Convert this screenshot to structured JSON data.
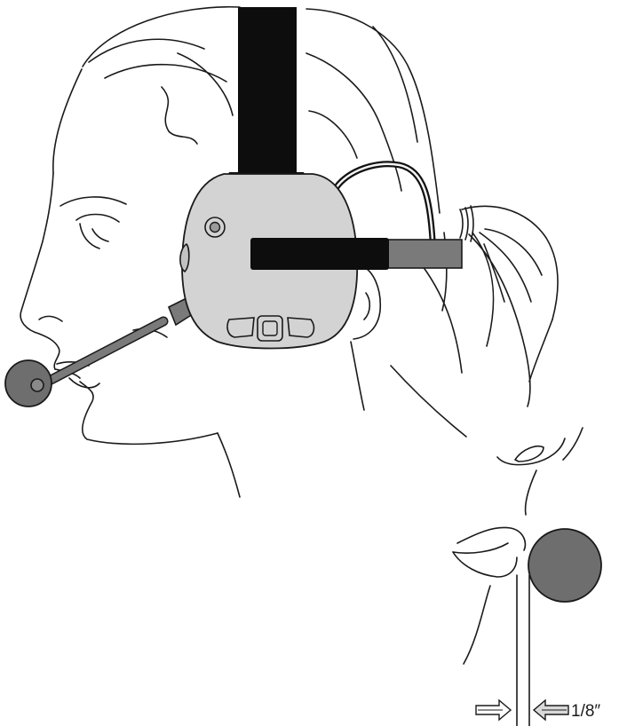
{
  "diagram": {
    "gap_label": "1/8″",
    "colors": {
      "ear_cup": "#d3d3d3",
      "band": "#0d0d0d",
      "boom": "#7a7a7a",
      "mic": "#6e6e6e",
      "cord": "#111111",
      "line": "#1a1a1a"
    },
    "icons": [
      "headset-ear-cup",
      "headband",
      "microphone-boom",
      "microphone-capsule",
      "control-buttons",
      "arrow-right-icon",
      "arrow-left-icon"
    ]
  }
}
